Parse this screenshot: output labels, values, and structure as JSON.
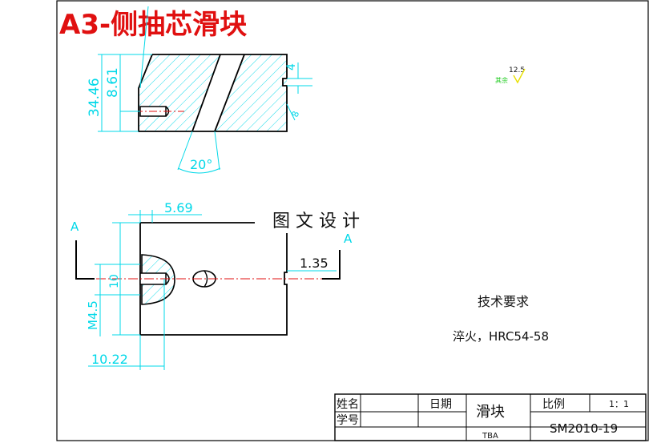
{
  "title": "A3-侧抽芯滑块",
  "watermark": "图 文 设 计",
  "colors": {
    "title_red": "#e01010",
    "dimension_cyan": "#00d8e8",
    "hatch_cyan": "#00d8e8",
    "centerline_red": "#e01010",
    "outline_black": "#000000",
    "roughness_green": "#22cc22",
    "roughness_yellow": "#e8e000"
  },
  "top_view": {
    "dim_overall_height": "34.46",
    "dim_pin_height": "8.61",
    "dim_notch": "4",
    "dim_chamfer": "8",
    "dim_angle": "20°"
  },
  "front_view": {
    "section_label_left": "A",
    "section_label_right": "A",
    "dim_top_offset": "5.69",
    "dim_hole": "10",
    "dim_thread": "M4.5",
    "dim_bottom_offset": "10.22",
    "dim_notch_width": "1.35"
  },
  "roughness": {
    "value": "12.5",
    "label": "其余"
  },
  "notes": {
    "heading": "技术要求",
    "line1": "淬火，HRC54-58"
  },
  "title_block": {
    "name_label": "姓名",
    "student_no_label": "学号",
    "date_label": "日期",
    "part_name": "滑块",
    "scale_label": "比例",
    "scale_value": "1：1",
    "drawing_no": "SM2010-19",
    "org": "TBA"
  }
}
